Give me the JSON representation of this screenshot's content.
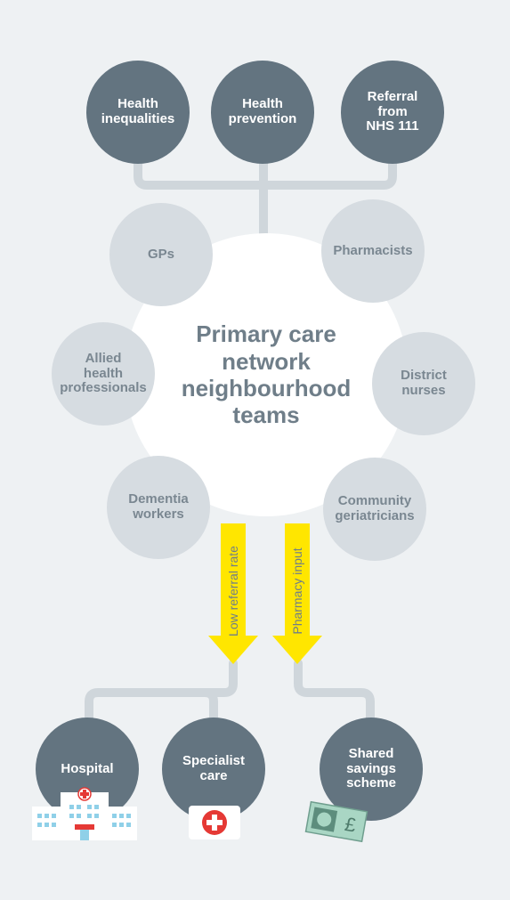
{
  "top_nodes": [
    {
      "label": "Health\ninequalities"
    },
    {
      "label": "Health\nprevention"
    },
    {
      "label": "Referral\nfrom\nNHS 111"
    }
  ],
  "center": {
    "label": "Primary care\nnetwork\nneighbourhood\nteams"
  },
  "ring_nodes": [
    {
      "label": "GPs"
    },
    {
      "label": "Pharmacists"
    },
    {
      "label": "Allied\nhealth\nprofessionals"
    },
    {
      "label": "District\nnurses"
    },
    {
      "label": "Dementia\nworkers"
    },
    {
      "label": "Community\ngeriatricians"
    }
  ],
  "arrows": [
    {
      "label": "Low referral rate"
    },
    {
      "label": "Pharmacy input"
    }
  ],
  "bottom_nodes": [
    {
      "label": "Hospital",
      "icon": "hospital-icon"
    },
    {
      "label": "Specialist\ncare",
      "icon": "first-aid-kit-icon"
    },
    {
      "label": "Shared\nsavings\nscheme",
      "icon": "pound-banknote-icon"
    }
  ],
  "colors": {
    "background": "#eef1f3",
    "dark_node": "#637480",
    "light_node": "#d6dce1",
    "connector": "#cfd6db",
    "arrow": "#ffe600",
    "icon_red": "#e53935",
    "icon_blue": "#8fd0e8"
  }
}
